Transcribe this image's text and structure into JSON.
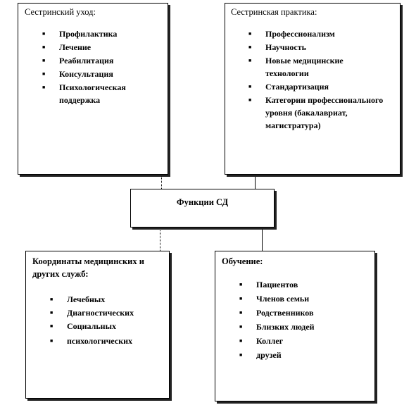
{
  "boxes": {
    "care": {
      "title": "Сестринский уход:",
      "items": [
        "Профилактика",
        "Лечение",
        "Реабилитация",
        "Консультация",
        "Психологическая поддержка"
      ]
    },
    "practice": {
      "title": "Сестринская практика:",
      "items": [
        "Профессионализм",
        "Научность",
        "Новые медицинские технологии",
        "Стандартизация",
        "Категории профессионального уровня (бакалавриат, магистратура)"
      ]
    },
    "center": {
      "title": "Функции СД"
    },
    "coord": {
      "title": "Координаты медицинских и других служб:",
      "items": [
        "Лечебных",
        "Диагностических",
        "Социальных",
        "психологических"
      ]
    },
    "training": {
      "title": "Обучение:",
      "items": [
        "Пациентов",
        "Членов семьи",
        "Родственников",
        "Близких людей",
        "Коллег",
        "друзей"
      ]
    }
  }
}
